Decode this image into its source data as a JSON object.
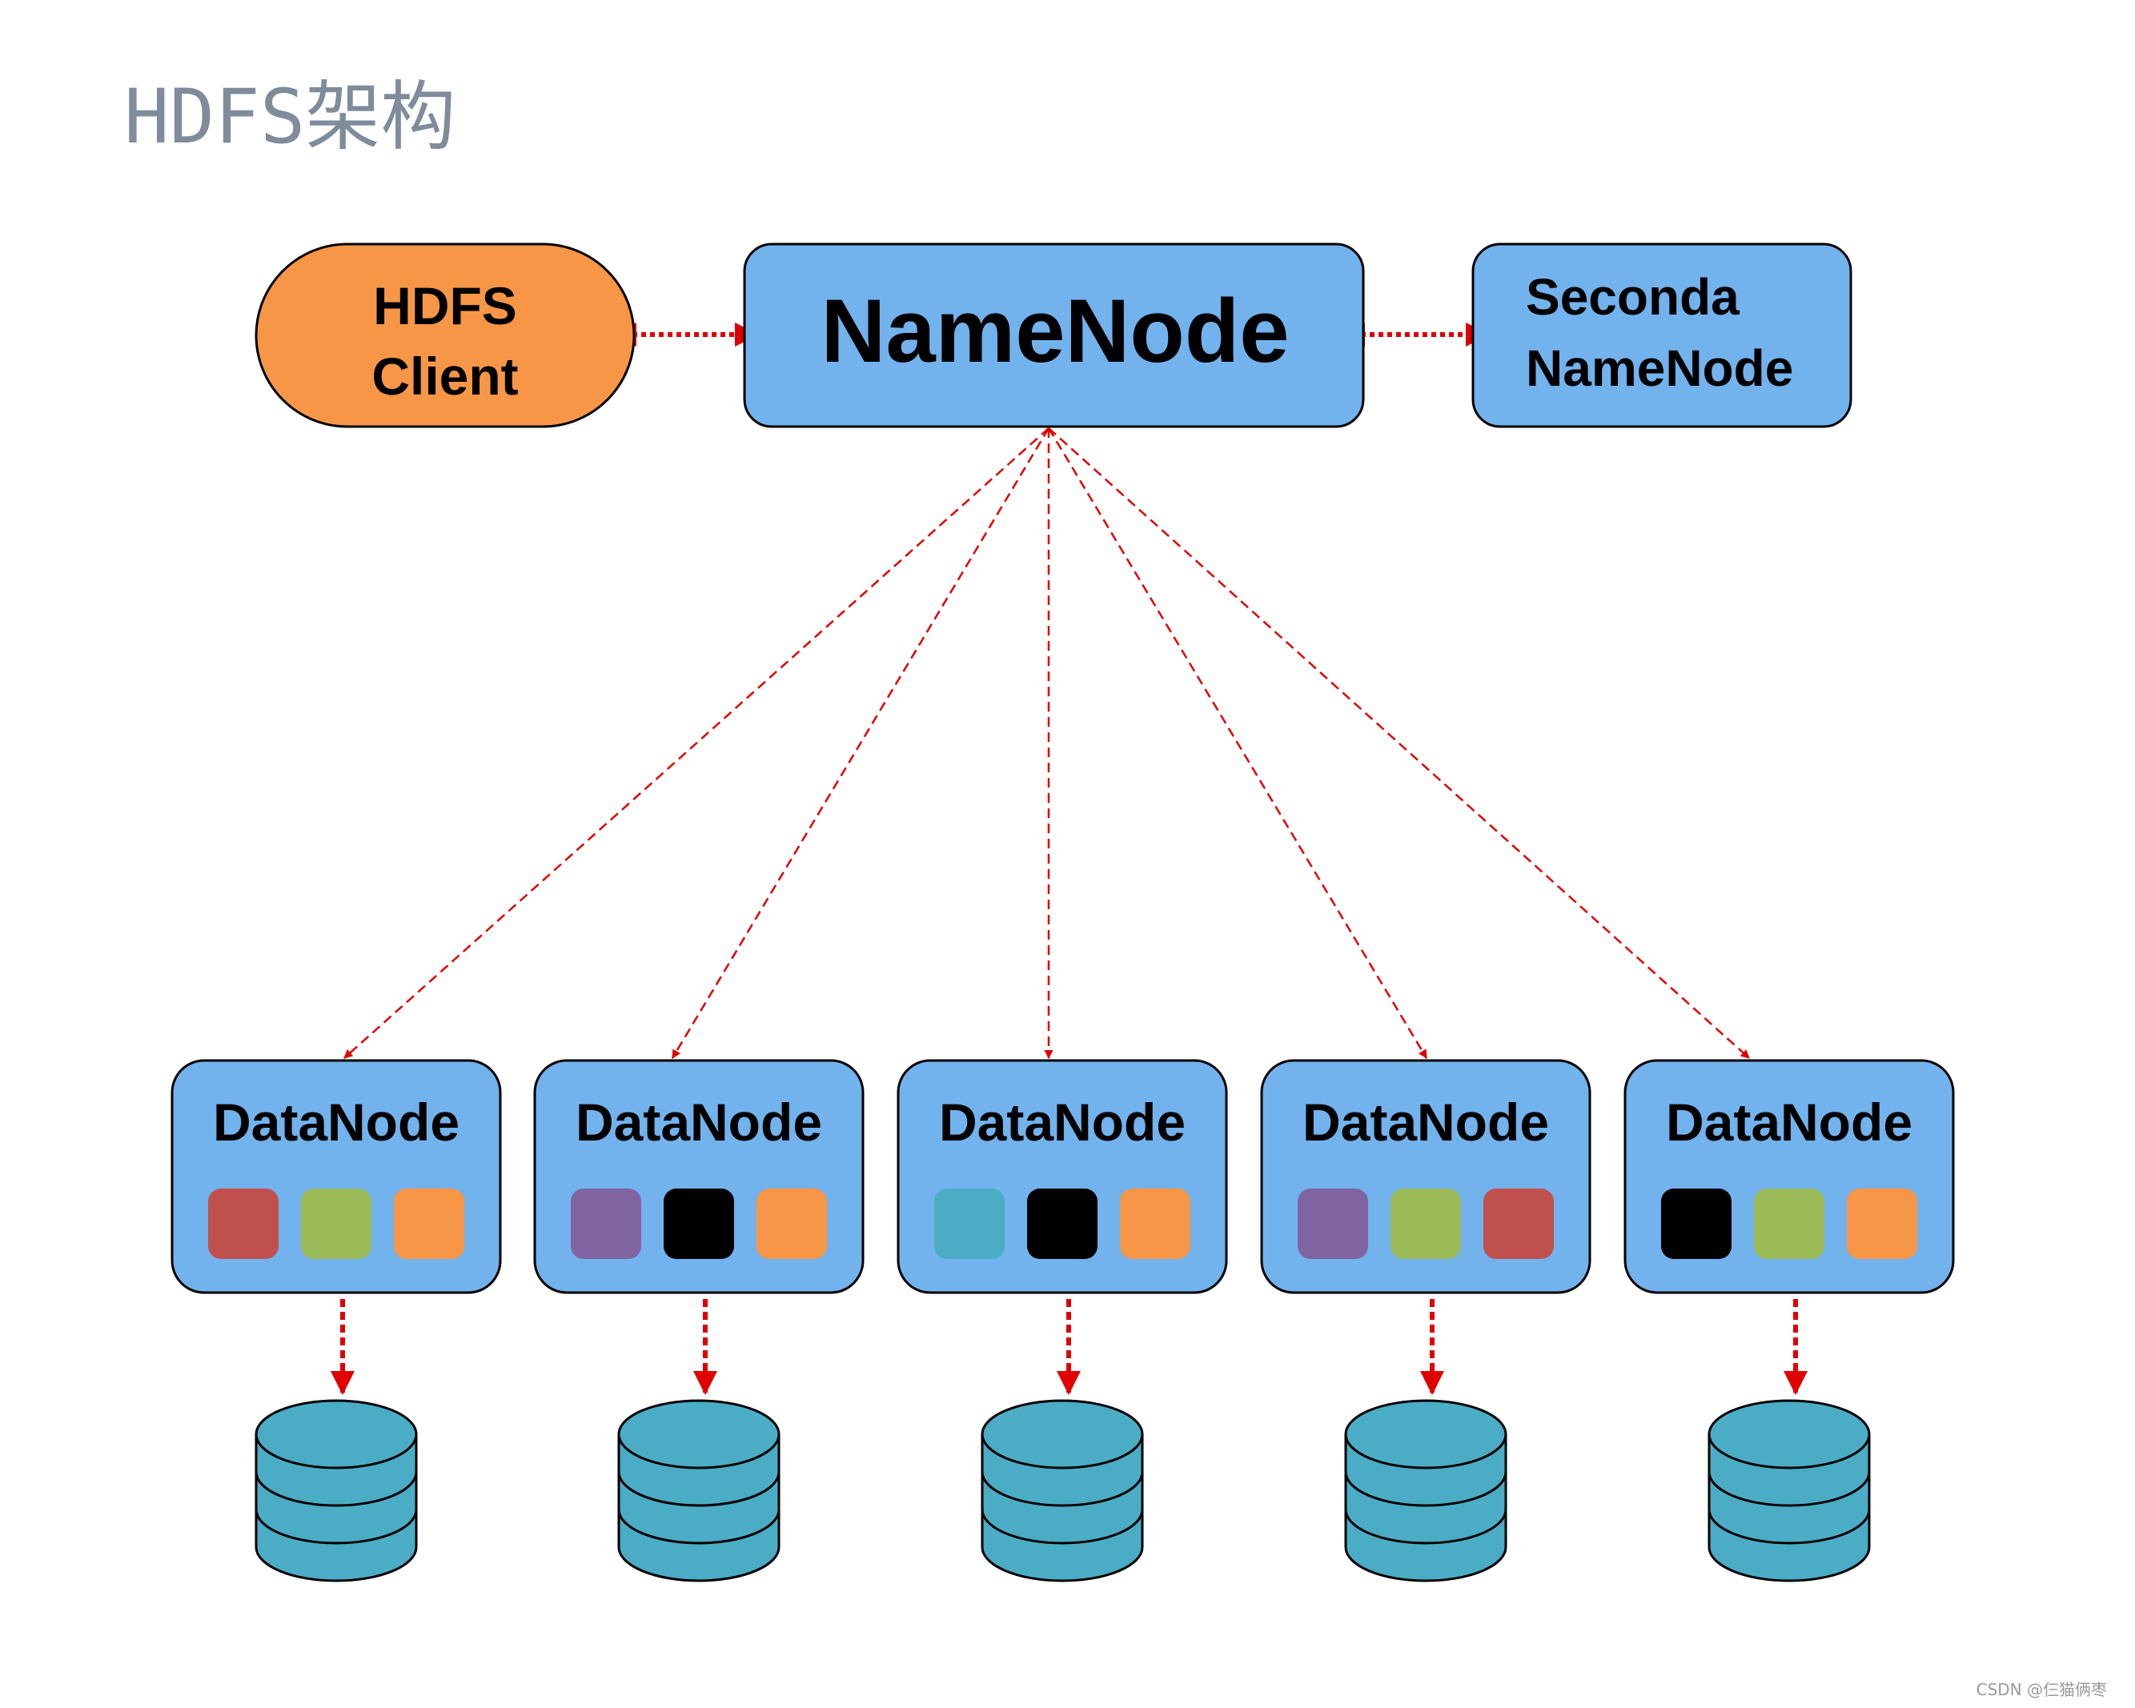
{
  "title": "HDFS架构",
  "client": {
    "line1": "HDFS",
    "line2": "Client"
  },
  "namenode": {
    "label": "NameNode"
  },
  "secondary": {
    "line1": "Seconda",
    "line2": "NameNode"
  },
  "datanodes": [
    {
      "label": "DataNode",
      "blocks": [
        "#c0504d",
        "#9bbb59",
        "#f79646"
      ]
    },
    {
      "label": "DataNode",
      "blocks": [
        "#8064a2",
        "#000000",
        "#f79646"
      ]
    },
    {
      "label": "DataNode",
      "blocks": [
        "#4bacc6",
        "#000000",
        "#f79646"
      ]
    },
    {
      "label": "DataNode",
      "blocks": [
        "#8064a2",
        "#9bbb59",
        "#c0504d"
      ]
    },
    {
      "label": "DataNode",
      "blocks": [
        "#000000",
        "#9bbb59",
        "#f79646"
      ]
    }
  ],
  "watermark": "CSDN @仨猫俩枣",
  "colors": {
    "title": "#7f8c9b",
    "node_fill": "#72b2ed",
    "client_fill": "#f79646",
    "arrow": "#e00000",
    "disk_fill": "#4bacc6",
    "outline": "#000000"
  }
}
